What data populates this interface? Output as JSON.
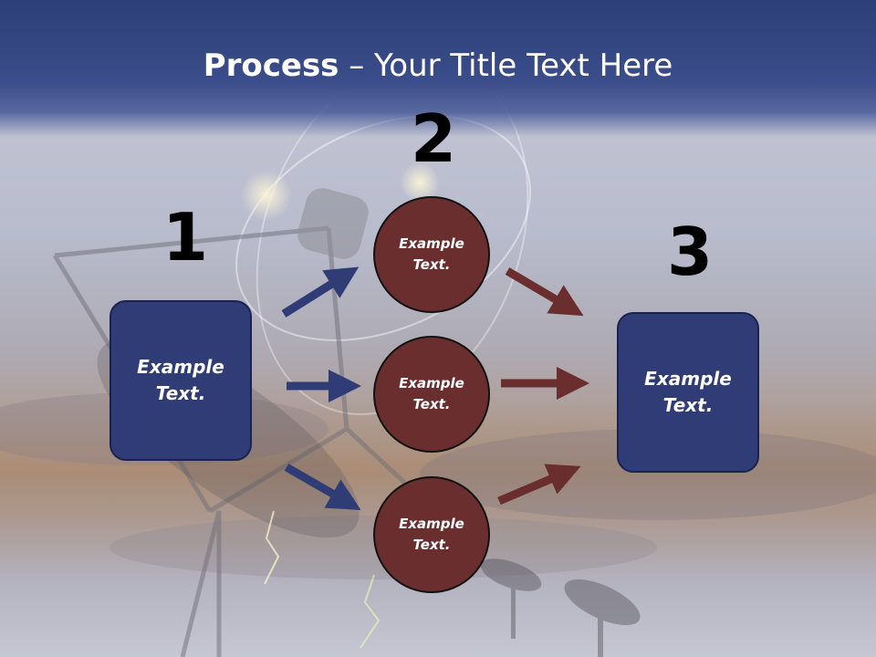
{
  "title": {
    "bold": "Process",
    "rest": " – Your Title Text Here"
  },
  "steps": {
    "one": "1",
    "two": "2",
    "three": "3"
  },
  "left_box": {
    "line1": "Example",
    "line2": "Text."
  },
  "right_box": {
    "line1": "Example",
    "line2": "Text."
  },
  "circles": [
    {
      "line1": "Example",
      "line2": "Text."
    },
    {
      "line1": "Example",
      "line2": "Text."
    },
    {
      "line1": "Example",
      "line2": "Text."
    }
  ],
  "colors": {
    "title_band": "#3b4d8a",
    "box_fill": "#2f3c75",
    "circle_fill": "#6b2e2e",
    "arrow_blue": "#2f3c75",
    "arrow_red": "#6b2e2e"
  }
}
